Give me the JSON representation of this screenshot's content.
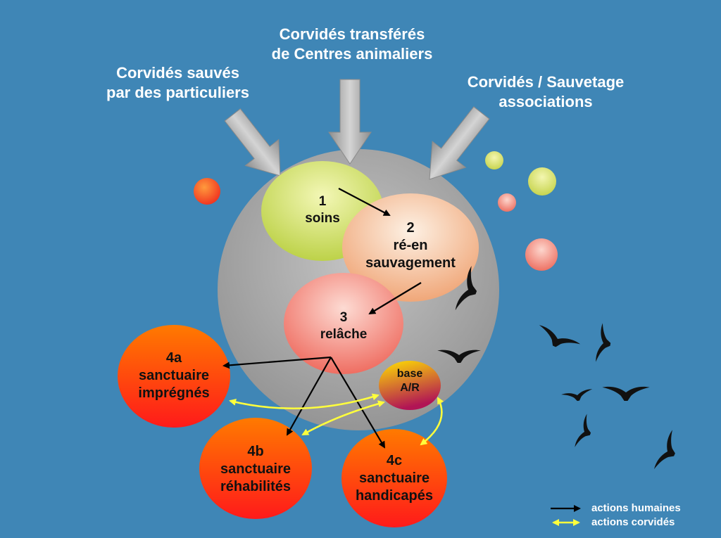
{
  "sources": {
    "particuliers": [
      "Corvidés sauvés",
      "par des particuliers"
    ],
    "centres": [
      "Corvidés transférés",
      "de Centres animaliers"
    ],
    "associations": [
      "Corvidés / Sauvetage",
      "associations"
    ]
  },
  "nodes": {
    "soins": [
      "1",
      "soins"
    ],
    "reensauvagement": [
      "2",
      "ré-en",
      "sauvagement"
    ],
    "relache": [
      "3",
      "relâche"
    ],
    "base": [
      "base",
      "A/R"
    ],
    "s4a": [
      "4a",
      "sanctuaire",
      "imprégnés"
    ],
    "s4b": [
      "4b",
      "sanctuaire",
      "réhabilités"
    ],
    "s4c": [
      "4c",
      "sanctuaire",
      "handicapés"
    ]
  },
  "legend": {
    "human": "actions humaines",
    "corvid": "actions corvidés"
  },
  "colors": {
    "background": "#3f86b6",
    "human_arrow": "#000000",
    "corvid_arrow": "#ffff3c",
    "big_circle": "#a9a9a9"
  }
}
